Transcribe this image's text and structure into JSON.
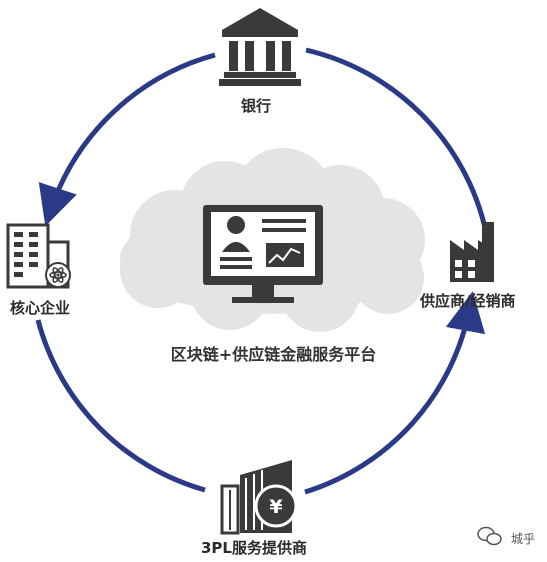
{
  "diagram": {
    "center_title": "区块链+供应链金融服务平台",
    "nodes": {
      "bank": {
        "label": "银行",
        "icon": "bank-icon"
      },
      "supplier": {
        "label": "供应商/经销商",
        "icon": "factory-icon"
      },
      "logistics": {
        "label": "3PL服务提供商",
        "icon": "building-yen-icon"
      },
      "core": {
        "label": "核心企业",
        "icon": "office-building-icon"
      }
    },
    "center_icon": "monitor-icon",
    "cloud_icon": "cloud-icon",
    "arrow_color": "#2a3a86",
    "icon_color": "#3a3a3a",
    "cloud_color": "#e4e4e4"
  },
  "watermark": {
    "text": "城乎",
    "icon": "wechat-icon"
  }
}
